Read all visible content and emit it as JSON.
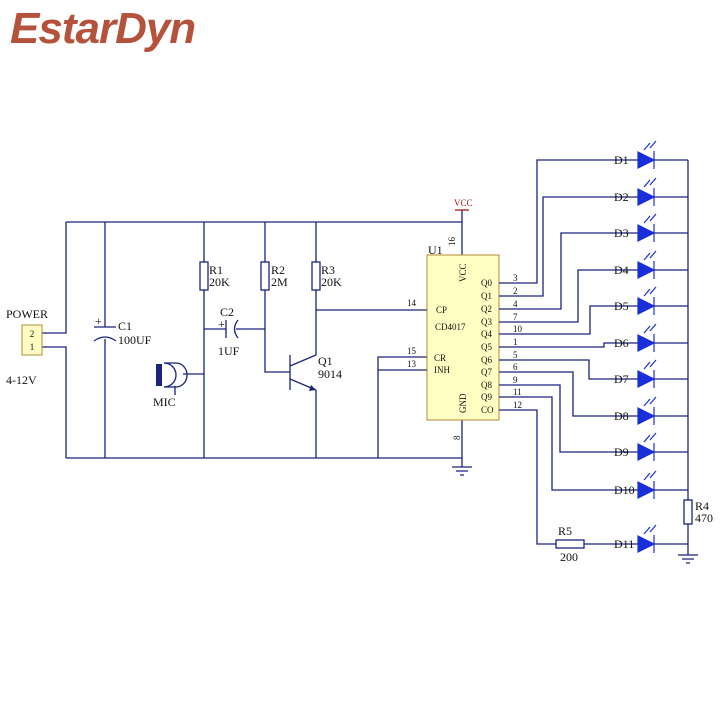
{
  "brand": {
    "logo_text": "EstarDyn"
  },
  "colors": {
    "wire": "#1a237e",
    "led": "#1a2fd9",
    "ic_fill": "#ffffc4",
    "logo": "#b5523b"
  },
  "power": {
    "label": "POWER",
    "pin_top": "2",
    "pin_bottom": "1",
    "voltage": "4-12V"
  },
  "vcc_label": "VCC",
  "capacitors": [
    {
      "ref": "C1",
      "value": "100UF",
      "polarity": "+"
    },
    {
      "ref": "C2",
      "value": "1UF",
      "polarity": "+"
    }
  ],
  "resistors": [
    {
      "ref": "R1",
      "value": "20K"
    },
    {
      "ref": "R2",
      "value": "2M"
    },
    {
      "ref": "R3",
      "value": "20K"
    },
    {
      "ref": "R4",
      "value": "470"
    },
    {
      "ref": "R5",
      "value": "200"
    }
  ],
  "mic": {
    "label": "MIC"
  },
  "transistor": {
    "ref": "Q1",
    "value": "9014"
  },
  "ic": {
    "ref": "U1",
    "part": "CD4017",
    "pins": {
      "vcc_num": "16",
      "gnd_num": "8",
      "cp_num": "14",
      "cr_num": "15",
      "inh_num": "13"
    },
    "left_labels": {
      "vcc": "VCC",
      "cp": "CP",
      "cr": "CR",
      "inh": "INH",
      "gnd": "GND"
    },
    "outputs": [
      {
        "label": "Q0",
        "pin": "3"
      },
      {
        "label": "Q1",
        "pin": "2"
      },
      {
        "label": "Q2",
        "pin": "4"
      },
      {
        "label": "Q3",
        "pin": "7"
      },
      {
        "label": "Q4",
        "pin": "10"
      },
      {
        "label": "Q5",
        "pin": "1"
      },
      {
        "label": "Q6",
        "pin": "5"
      },
      {
        "label": "Q7",
        "pin": "6"
      },
      {
        "label": "Q8",
        "pin": "9"
      },
      {
        "label": "Q9",
        "pin": "11"
      },
      {
        "label": "CO",
        "pin": "12"
      }
    ]
  },
  "leds": [
    "D1",
    "D2",
    "D3",
    "D4",
    "D5",
    "D6",
    "D7",
    "D8",
    "D9",
    "D10",
    "D11"
  ]
}
